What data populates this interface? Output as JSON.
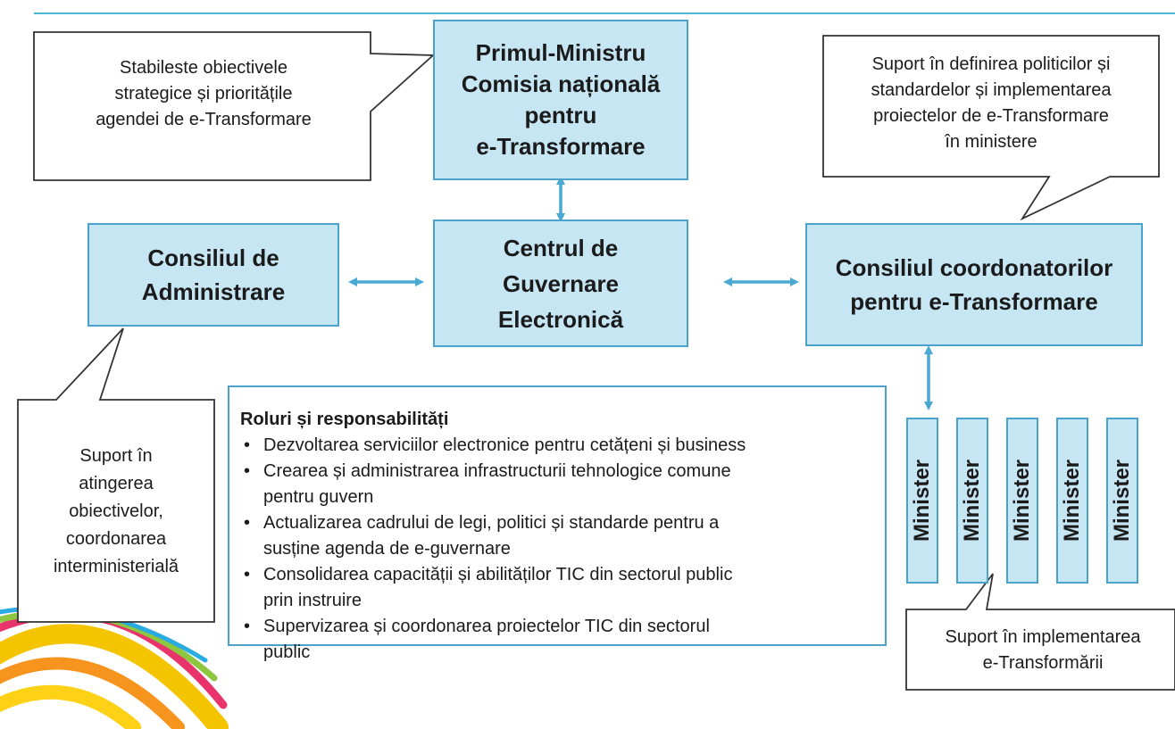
{
  "pm_box": {
    "lines": [
      "Primul-Ministru",
      "Comisia națională",
      "pentru",
      "e-Transformare"
    ]
  },
  "center_box": {
    "lines": [
      "Centrul de",
      "Guvernare",
      "Electronică"
    ]
  },
  "admin_box": {
    "lines": [
      "Consiliul de",
      "Administrare"
    ]
  },
  "coord_box": {
    "lines": [
      "Consiliul  coordonatorilor",
      "pentru  e-Transformare"
    ]
  },
  "callout_pm": {
    "lines": [
      "Stabileste  obiectivele",
      "strategice și prioritățile",
      "agendei de e-Transformare"
    ]
  },
  "callout_coord": {
    "lines": [
      "Suport în definirea politicilor și",
      "standardelor și implementarea",
      "proiectelor de e-Transformare",
      "în ministere"
    ]
  },
  "callout_admin": {
    "lines": [
      "Suport în",
      "atingerea",
      "obiectivelor,",
      "coordonarea",
      "interministerială"
    ]
  },
  "callout_ministries": {
    "lines": [
      "Suport în implementarea",
      "e-Transformării"
    ]
  },
  "roles": {
    "title": "Roluri și responsabilități",
    "items": [
      [
        "Dezvoltarea serviciilor electronice pentru cetățeni și business"
      ],
      [
        "Crearea și administrarea infrastructurii tehnologice comune",
        "pentru guvern"
      ],
      [
        "Actualizarea cadrului de legi, politici și standarde pentru a",
        "susține agenda de e-guvernare"
      ],
      [
        "Consolidarea capacității și abilităților TIC din sectorul public",
        "prin instruire"
      ],
      [
        "Supervizarea și coordonarea proiectelor TIC din sectorul",
        "public"
      ]
    ]
  },
  "ministries": [
    "Minister",
    "Minister",
    "Minister",
    "Minister",
    "Minister"
  ],
  "colors": {
    "box_fill": "#c6e6f4",
    "box_border": "#4aa3cc",
    "arrow": "#49a9d3"
  }
}
